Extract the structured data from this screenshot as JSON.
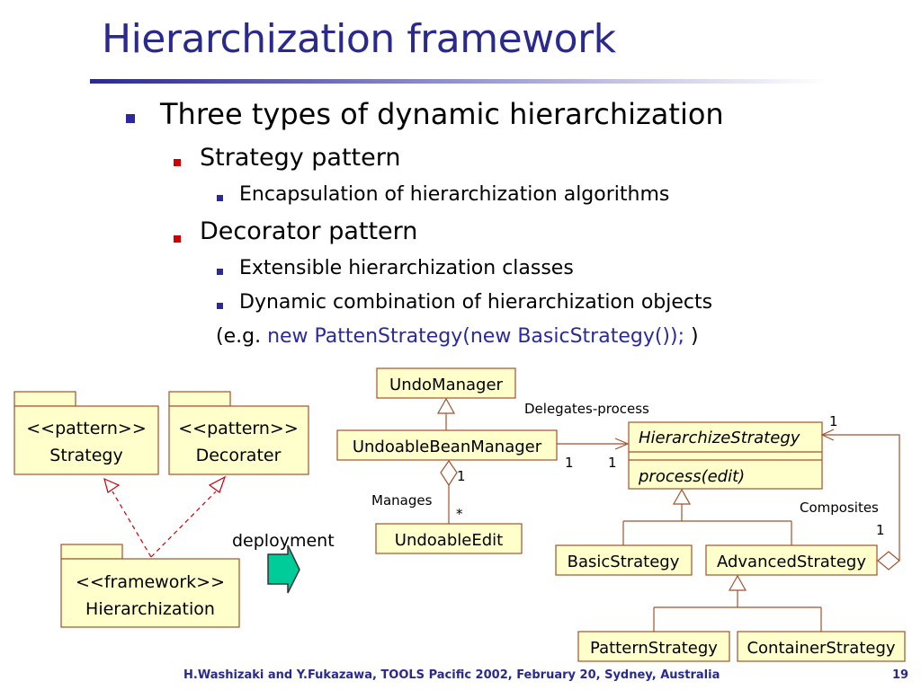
{
  "title": "Hierarchization framework",
  "bullets": {
    "l1": "Three types of dynamic hierarchization",
    "strategy": "Strategy pattern",
    "strategy_sub": "Encapsulation of hierarchization algorithms",
    "decorator": "Decorator pattern",
    "decorator_sub1": "Extensible hierarchization classes",
    "decorator_sub2": "Dynamic combination of hierarchization objects",
    "example_prefix": "(e.g. ",
    "example_code": "new PattenStrategy(new BasicStrategy());",
    "example_suffix": " )"
  },
  "packages": {
    "strategy": {
      "stereotype": "<<pattern>>",
      "name": "Strategy"
    },
    "decorater": {
      "stereotype": "<<pattern>>",
      "name": "Decorater"
    },
    "framework": {
      "stereotype": "<<framework>>",
      "name": "Hierarchization"
    },
    "deployment_label": "deployment"
  },
  "classes": {
    "undo_manager": "UndoManager",
    "undoable_bean_manager": "UndoableBeanManager",
    "undoable_edit": "UndoableEdit",
    "hierarchize_strategy": "HierarchizeStrategy",
    "process_method": "process(edit)",
    "basic_strategy": "BasicStrategy",
    "advanced_strategy": "AdvancedStrategy",
    "pattern_strategy": "PatternStrategy",
    "container_strategy": "ContainerStrategy"
  },
  "labels": {
    "delegates": "Delegates-process",
    "manages": "Manages",
    "composites": "Composites",
    "mult_one": "1",
    "mult_star": "*"
  },
  "footer": {
    "citation": "H.Washizaki and Y.Fukazawa, TOOLS Pacific 2002, February 20, Sydney, Australia",
    "page": "19"
  },
  "colors": {
    "title": "#2a2a8c",
    "box_fill": "#ffffcc",
    "line": "#a0522d",
    "arrow": "#00cc99"
  }
}
